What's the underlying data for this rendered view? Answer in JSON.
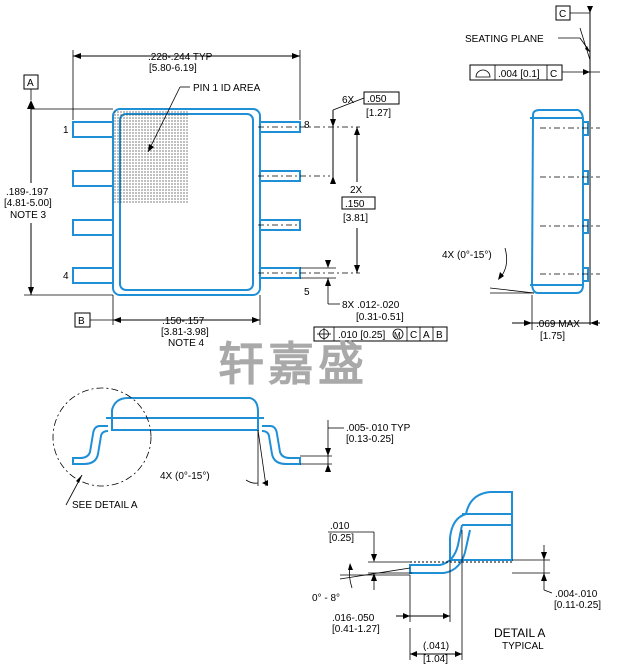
{
  "watermark": "轩嘉盛",
  "top_view": {
    "datum_a": "A",
    "datum_b": "B",
    "width_dim": ".228-.244   TYP",
    "width_dim_mm": "[5.80-6.19]",
    "pin1_area": "PIN 1 ID AREA",
    "height_dim": ".189-.197",
    "height_dim_mm": "[4.81-5.00]",
    "height_note": "NOTE 3",
    "body_width_dim": ".150-.157",
    "body_width_mm": "[3.81-3.98]",
    "body_width_note": "NOTE 4",
    "pin_1": "1",
    "pin_4": "4",
    "pin_5": "5",
    "pin_8": "8",
    "pitch_qty": "6X",
    "pitch": ".050",
    "pitch_mm": "[1.27]",
    "span_qty": "2X",
    "span": ".150",
    "span_mm": "[3.81]",
    "lead_width_qty": "8X",
    "lead_width": ".012-.020",
    "lead_width_mm": "[0.31-0.51]",
    "fcf": [
      ".010 [0.25]",
      "M",
      "C",
      "A",
      "B"
    ]
  },
  "side_view": {
    "datum_c": "C",
    "seating_plane": "SEATING PLANE",
    "flatness_value": ".004 [0.1]",
    "flatness_datum": "C",
    "angle": "4X (0°-15°)",
    "max_height": ".069 MAX",
    "max_height_mm": "[1.75]"
  },
  "front_view": {
    "lead_thickness": ".005-.010   TYP",
    "lead_thickness_mm": "[0.13-0.25]",
    "angle": "4X (0°-15°)",
    "see_detail": "SEE DETAIL A"
  },
  "detail_a": {
    "gauge": ".010",
    "gauge_mm": "[0.25]",
    "foot_angle": "0° - 8°",
    "foot_length": ".016-.050",
    "foot_length_mm": "[0.41-1.27]",
    "ref_length": "(.041)",
    "ref_length_mm": "[1.04]",
    "standoff": ".004-.010",
    "standoff_mm": "[0.11-0.25]",
    "title": "DETAIL A",
    "subtitle": "TYPICAL"
  }
}
